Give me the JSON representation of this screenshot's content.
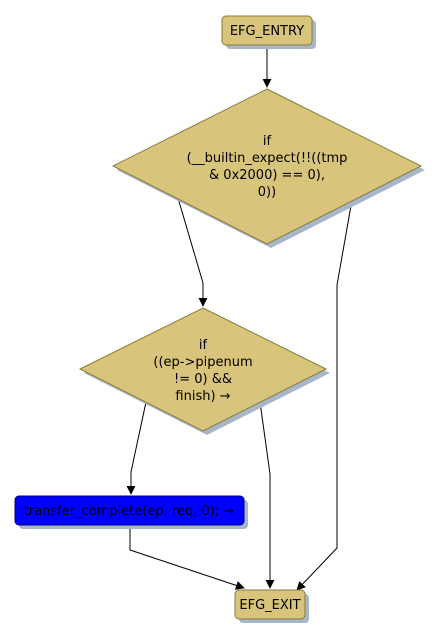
{
  "colors": {
    "node_fill": "#d8c47a",
    "node_stroke": "#8a7a3a",
    "shadow": "#a7b7c9",
    "call_fill": "#0000ff",
    "edge": "#000000",
    "background": "#ffffff"
  },
  "nodes": {
    "entry": {
      "label": "EFG_ENTRY"
    },
    "cond1": {
      "lines": [
        "if",
        "(__builtin_expect(!!((tmp",
        "& 0x2000) == 0),",
        "0))"
      ]
    },
    "cond2": {
      "lines": [
        "if",
        "((ep->pipenum",
        "!= 0) &&",
        "finish) →"
      ]
    },
    "call": {
      "label": "transfer_complete(ep, req, 0); →"
    },
    "exit": {
      "label": "EFG_EXIT"
    }
  }
}
